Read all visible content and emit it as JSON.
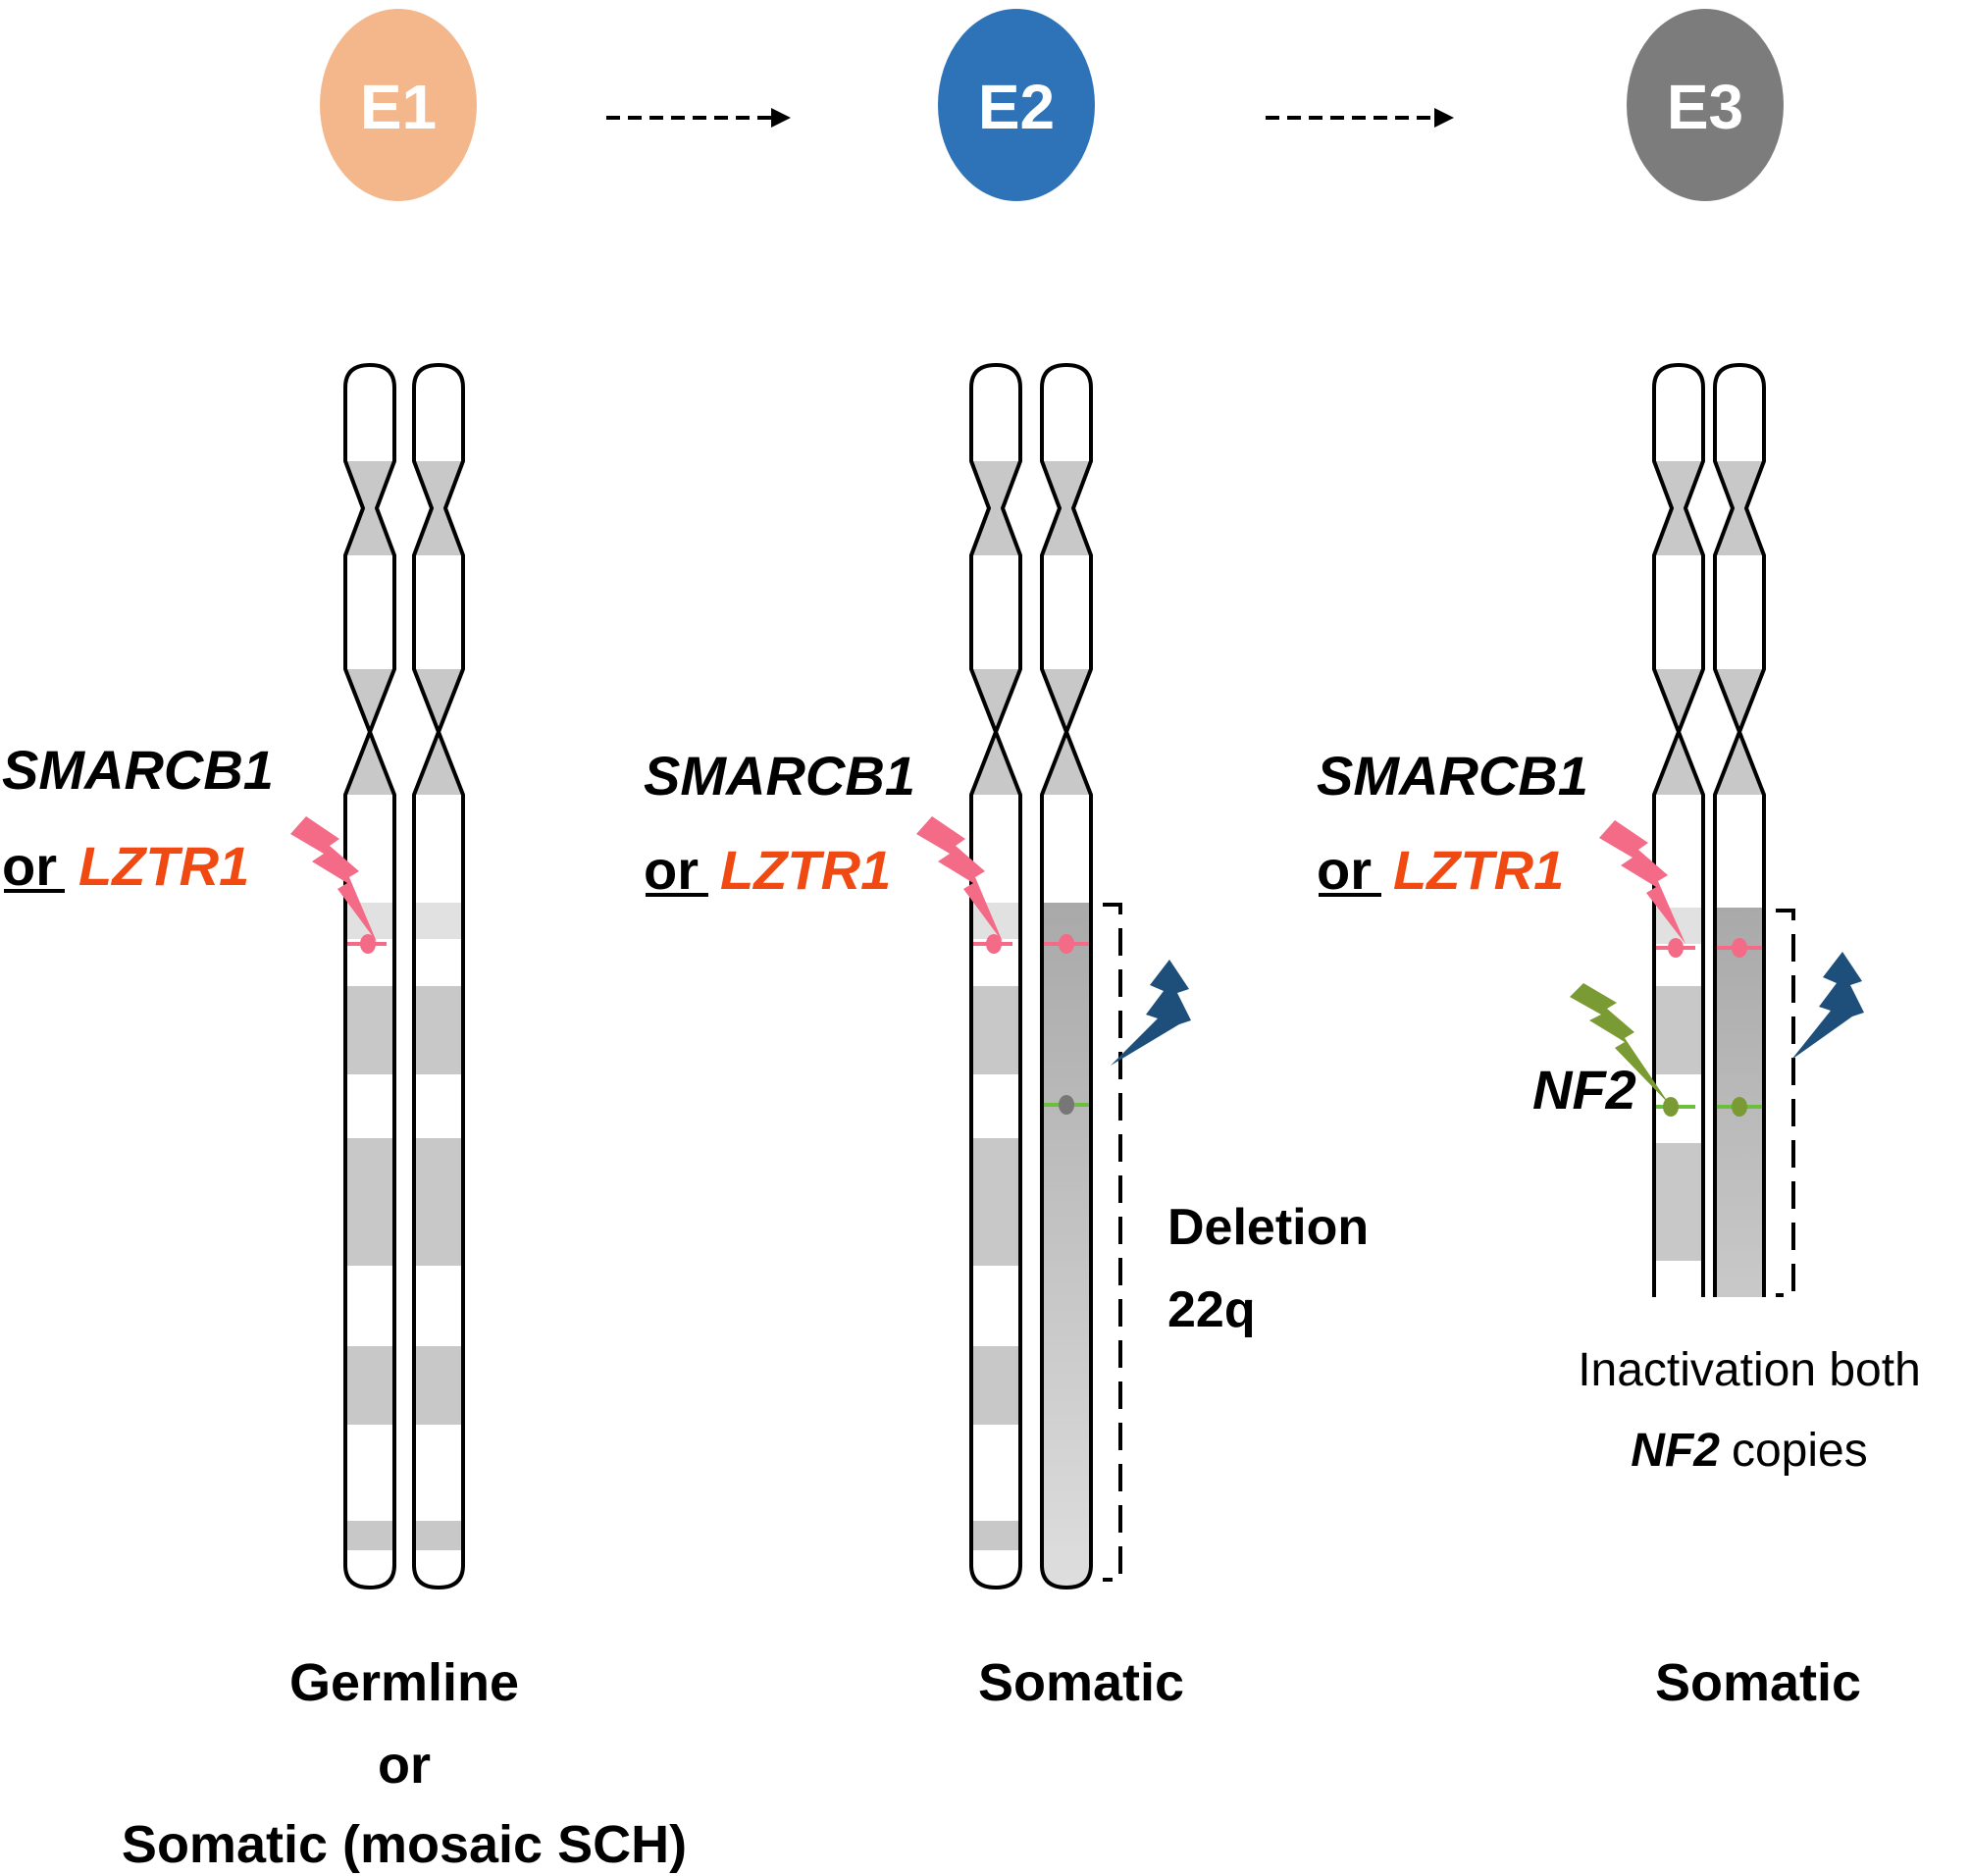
{
  "stages": {
    "e1": {
      "label": "E1",
      "color": "#f3b78b"
    },
    "e2": {
      "label": "E2",
      "color": "#2e73b8"
    },
    "e3": {
      "label": "E3",
      "color": "#7c7c7c"
    }
  },
  "gene_label": {
    "gene1": "SMARCB1",
    "or": "or",
    "gene2": "LZTR1"
  },
  "deletion": {
    "line1": "Deletion",
    "line2": "22q"
  },
  "nf2_label": "NF2",
  "inactivation": {
    "line1": "Inactivation both",
    "gene": "NF2",
    "rest": "copies"
  },
  "captions": {
    "e1": {
      "line1": "Germline",
      "line2": "or",
      "line3": "Somatic (mosaic SCH)"
    },
    "e2": "Somatic",
    "e3": "Somatic"
  },
  "colors": {
    "smarcb1_mutation": "#f36b86",
    "deletion_hit": "#1e4e7a",
    "nf2_hit": "#7a9a34",
    "gene2_text": "#f04a12",
    "band": "#c8c8c8",
    "deleted_region": "#a8a8a8"
  },
  "icons": [
    "dashed-arrow-icon",
    "lightning-bolt-icon",
    "chromosome-icon"
  ]
}
